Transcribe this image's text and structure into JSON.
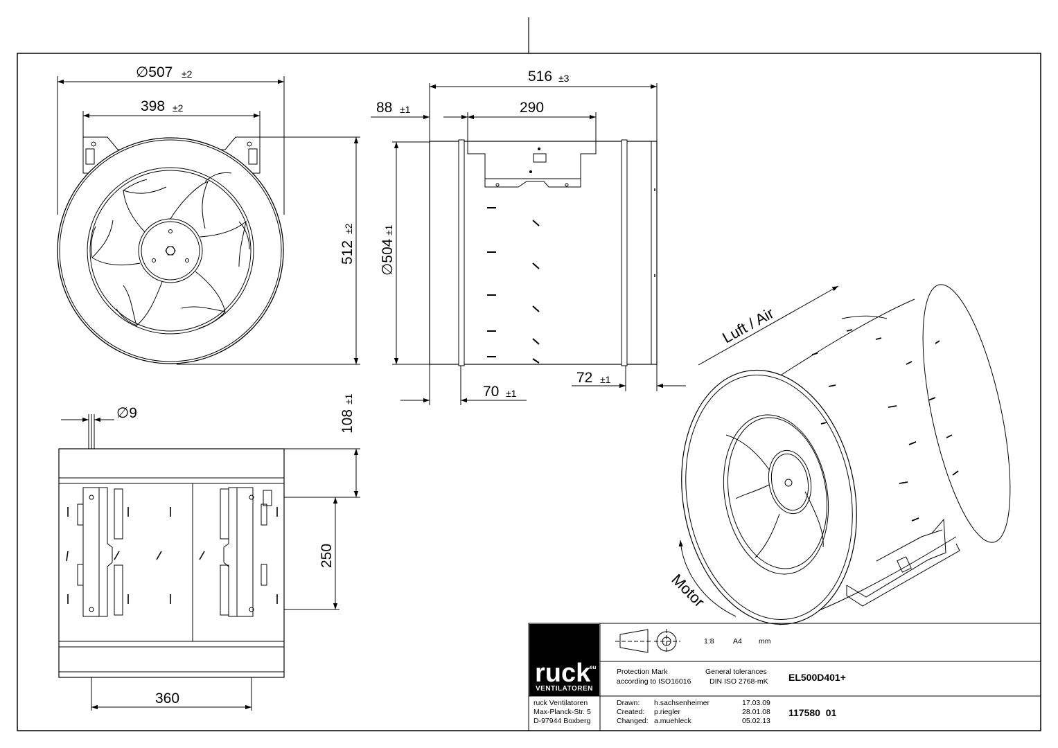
{
  "front_view": {
    "dim_outer_diameter": "∅507",
    "dim_outer_diameter_tol": "±2",
    "dim_bracket_width": "398",
    "dim_bracket_width_tol": "±2",
    "dim_height": "512",
    "dim_height_tol": "±2"
  },
  "side_view": {
    "dim_overall_length": "516",
    "dim_overall_length_tol": "±3",
    "dim_inlet_offset": "88",
    "dim_inlet_offset_tol": "±1",
    "dim_bracket_length": "290",
    "dim_duct_diameter": "∅504",
    "dim_duct_diameter_tol": "±1",
    "dim_inlet_collar": "70",
    "dim_inlet_collar_tol": "±1",
    "dim_outlet_collar": "72",
    "dim_outlet_collar_tol": "±1"
  },
  "bottom_view": {
    "dim_hole_diameter": "∅9",
    "dim_foot_height": "108",
    "dim_foot_height_tol": "±1",
    "dim_hole_spacing_y": "250",
    "dim_hole_spacing_x": "360"
  },
  "iso_view": {
    "airflow_label": "Luft / Air",
    "rotation_label": "Motor"
  },
  "title_block": {
    "logo_text": "ruck",
    "logo_superscript": "eu",
    "logo_subtitle": "VENTILATOREN",
    "company_name": "ruck Ventilatoren",
    "company_street": "Max-Planck-Str. 5",
    "company_city": "D-97944 Boxberg",
    "scale": "1:8",
    "paper_format": "A4",
    "units": "mm",
    "protection_line1": "Protection Mark",
    "protection_line2": "according to ISO16016",
    "tolerance_line1": "General tolerances",
    "tolerance_line2": "DIN ISO 2768-mK",
    "product_code": "EL500D401+",
    "drawing_number": "117580  01",
    "drawn_label": "Drawn:",
    "drawn_name": "h.sachsenheimer",
    "drawn_date": "17.03.09",
    "created_label": "Created:",
    "created_name": "p.riegler",
    "created_date": "28.01.08",
    "changed_label": "Changed:",
    "changed_name": "a.muehleck",
    "changed_date": "05.02.13"
  }
}
